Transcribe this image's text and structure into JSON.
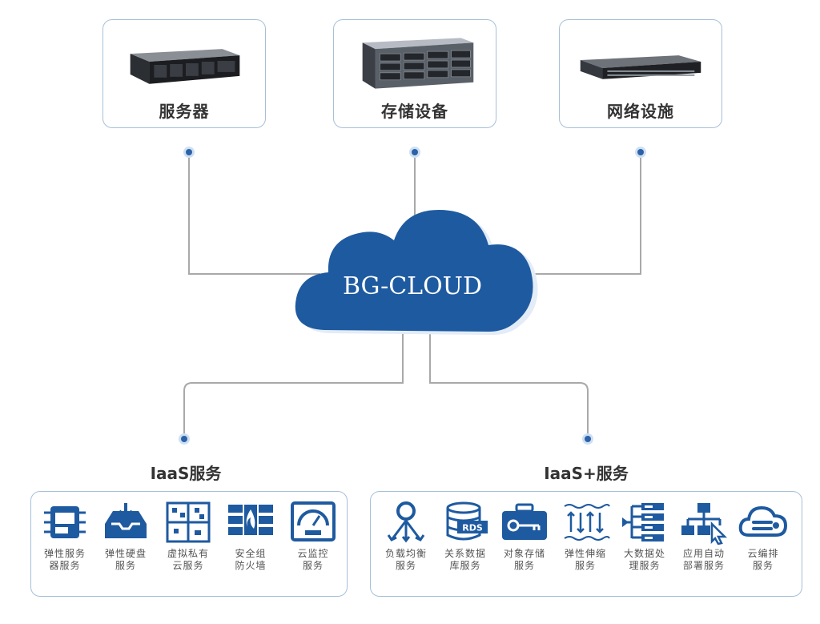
{
  "cloud_label": "BG-CLOUD",
  "hardware": [
    {
      "label": "服务器",
      "icon": "rack-server-icon"
    },
    {
      "label": "存储设备",
      "icon": "storage-array-icon"
    },
    {
      "label": "网络设施",
      "icon": "network-switch-icon"
    }
  ],
  "iaas": {
    "title": "IaaS服务",
    "items": [
      {
        "label": "弹性服务\n器服务",
        "icon": "cpu-icon"
      },
      {
        "label": "弹性硬盘\n服务",
        "icon": "disk-tray-icon"
      },
      {
        "label": "虚拟私有\n云服务",
        "icon": "vpc-grid-icon"
      },
      {
        "label": "安全组\n防火墙",
        "icon": "firewall-icon"
      },
      {
        "label": "云监控\n服务",
        "icon": "monitor-gauge-icon"
      }
    ]
  },
  "iaas_plus": {
    "title": "IaaS+服务",
    "items": [
      {
        "label": "负载均衡\n服务",
        "icon": "load-balancer-icon"
      },
      {
        "label": "关系数据\n库服务",
        "icon": "rds-database-icon"
      },
      {
        "label": "对象存储\n服务",
        "icon": "key-briefcase-icon"
      },
      {
        "label": "弹性伸缩\n服务",
        "icon": "scaling-arrows-icon"
      },
      {
        "label": "大数据处\n理服务",
        "icon": "big-data-icon"
      },
      {
        "label": "应用自动\n部署服务",
        "icon": "auto-deploy-icon"
      },
      {
        "label": "云编排\n服务",
        "icon": "cloud-orchestration-icon"
      }
    ]
  },
  "colors": {
    "primary": "#1e5aa0",
    "line": "#a9a9a9",
    "border": "#a6c0d8",
    "dot": "#2c62a8"
  }
}
